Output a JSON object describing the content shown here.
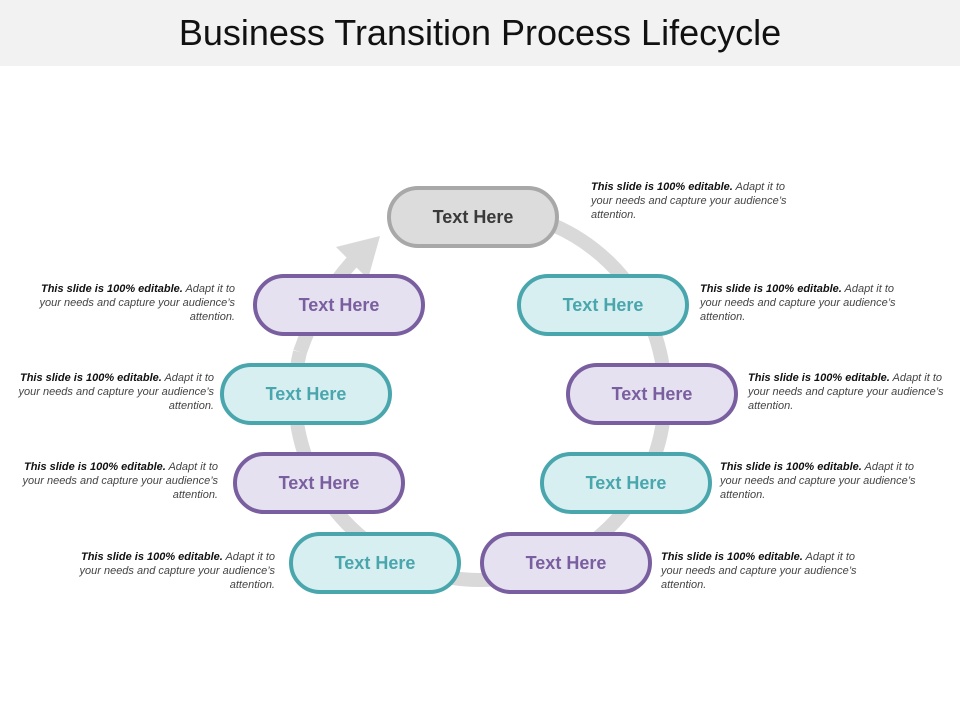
{
  "title": "Business Transition Process Lifecycle",
  "colors": {
    "gray": "#a8a8a8",
    "teal": "#4aa6ad",
    "purple": "#7a5fa0",
    "ring": "#d9d9d9"
  },
  "steps": [
    {
      "label": "Text Here",
      "desc_bold": "This slide is 100% editable.",
      "desc_text": " Adapt it to your needs and capture your audience’s attention."
    },
    {
      "label": "Text Here",
      "desc_bold": "This slide is 100% editable.",
      "desc_text": " Adapt it to your needs and capture your audience’s attention."
    },
    {
      "label": "Text Here",
      "desc_bold": "This slide is 100% editable.",
      "desc_text": " Adapt it to your needs and capture your audience’s attention."
    },
    {
      "label": "Text Here",
      "desc_bold": "This slide is 100% editable.",
      "desc_text": " Adapt it to your needs and capture your audience’s attention."
    },
    {
      "label": "Text Here",
      "desc_bold": "This slide is 100% editable.",
      "desc_text": " Adapt it to your needs and capture your audience’s attention."
    },
    {
      "label": "Text Here",
      "desc_bold": "This slide is 100% editable.",
      "desc_text": " Adapt it to your needs and capture your audience’s attention."
    },
    {
      "label": "Text Here",
      "desc_bold": "This slide is 100% editable.",
      "desc_text": " Adapt it to your needs and capture your audience’s attention."
    },
    {
      "label": "Text Here",
      "desc_bold": "This slide is 100% editable.",
      "desc_text": " Adapt it to your needs and capture your audience’s attention."
    },
    {
      "label": "Text Here",
      "desc_bold": "This slide is 100% editable.",
      "desc_text": " Adapt it to your needs and capture your audience’s attention."
    }
  ]
}
